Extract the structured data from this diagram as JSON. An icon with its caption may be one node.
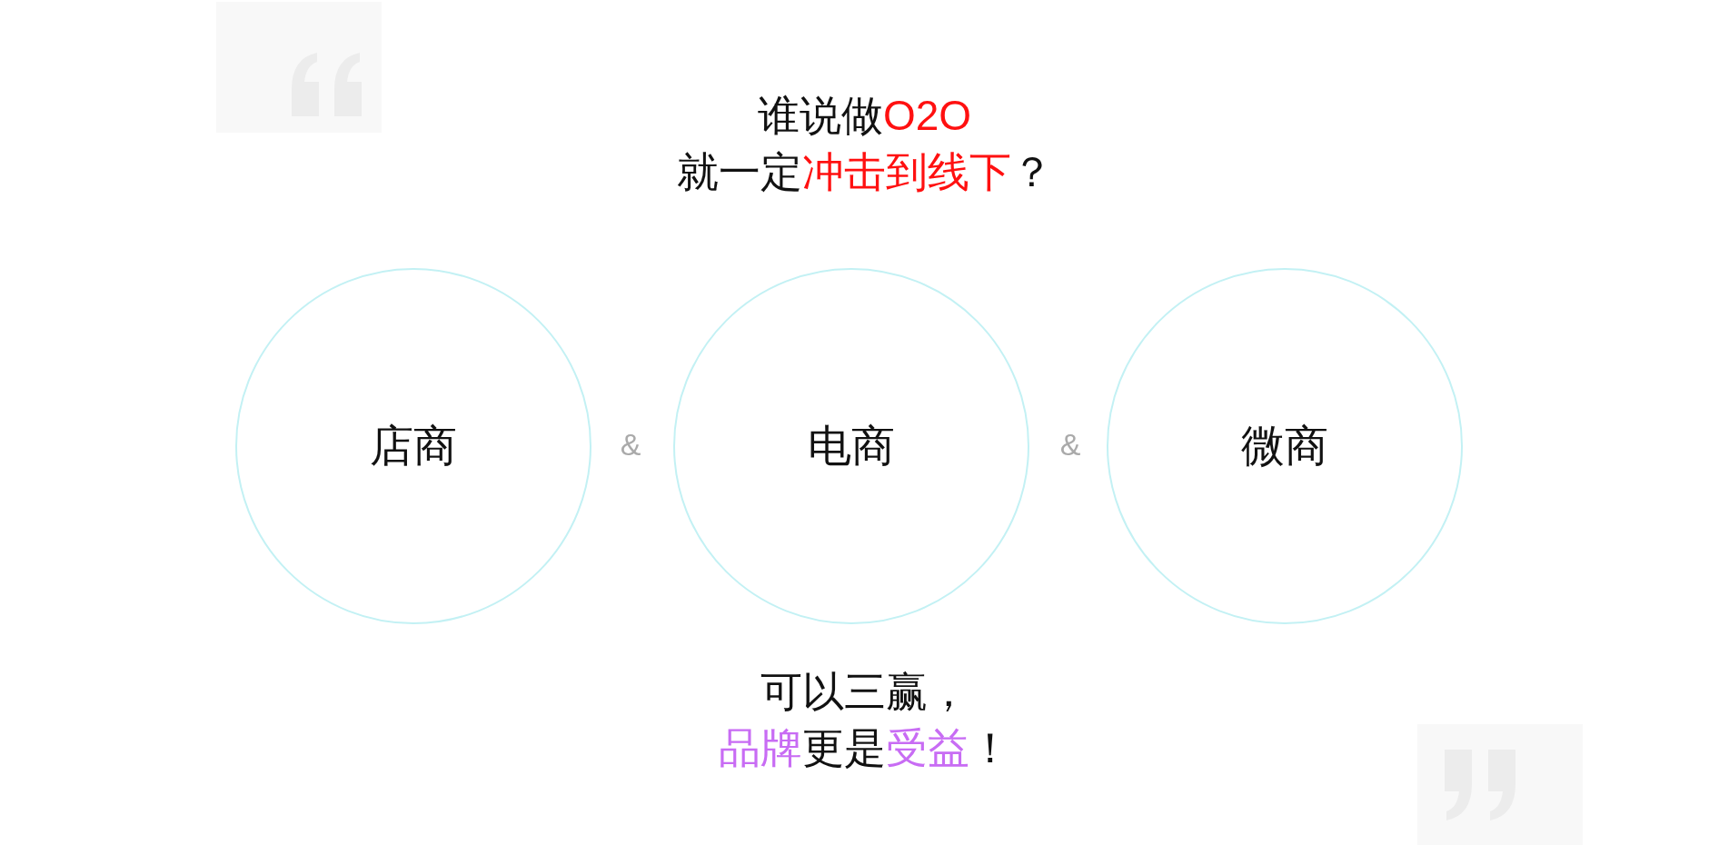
{
  "diagram": {
    "title": "谁说做O2O就一定冲击到线下？",
    "caption": "可以三赢，品牌更是受益！",
    "nodes": [
      {
        "text": [
          "店商"
        ]
      },
      {
        "text": [
          "电商"
        ]
      },
      {
        "text": [
          "微商"
        ]
      }
    ],
    "labels": [
      "&",
      "&"
    ]
  }
}
